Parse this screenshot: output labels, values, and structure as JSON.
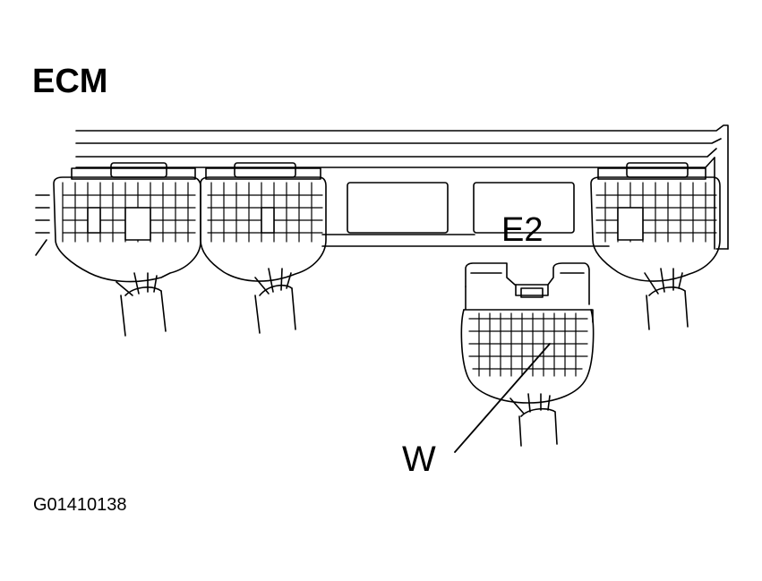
{
  "title": "ECM",
  "connector_label": "E2",
  "wire_label": "W",
  "figure_code": "G01410138",
  "colors": {
    "ink": "#000000",
    "paper": "#ffffff"
  }
}
